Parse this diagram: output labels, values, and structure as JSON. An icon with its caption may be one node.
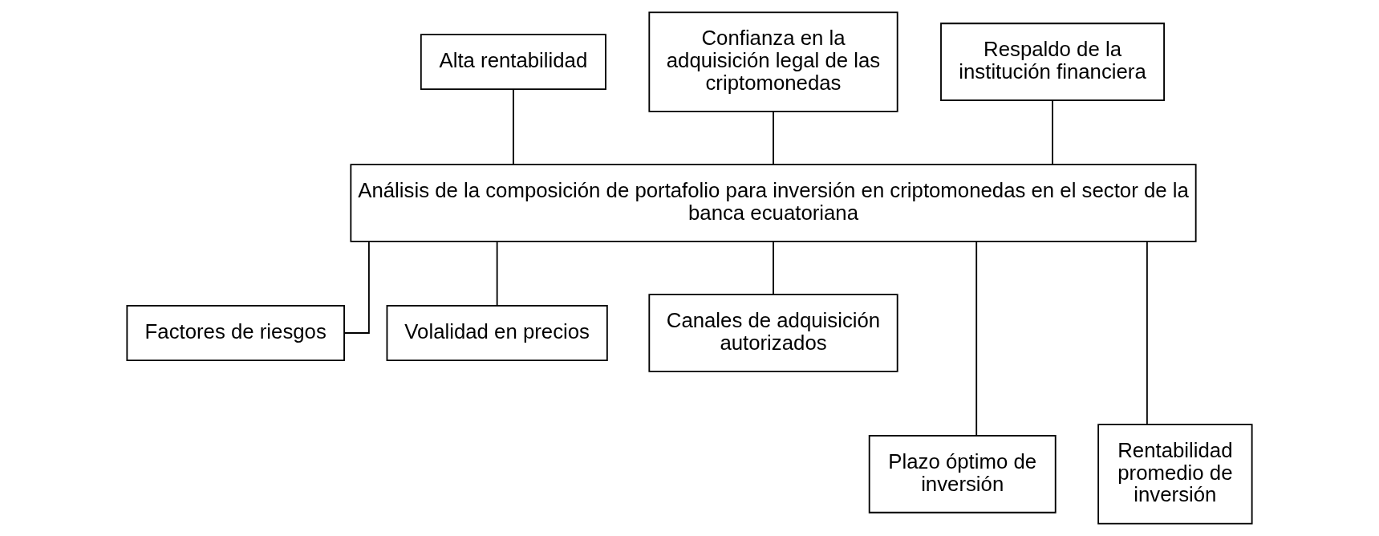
{
  "diagram": {
    "nodes": [
      {
        "text": [
          "Alta rentabilidad"
        ]
      },
      {
        "text": [
          "Confianza en la adquisición legal de las criptomonedas"
        ]
      },
      {
        "text": [
          "Respaldo de la institución financiera"
        ]
      },
      {
        "text": [
          "Análisis de la composición de portafolio para inversión en criptomonedas en el sector de la banca ecuatoriana"
        ]
      },
      {
        "text": [
          "Factores de riesgos"
        ]
      },
      {
        "text": [
          "Volalidad en precios"
        ]
      },
      {
        "text": [
          "Canales de adquisición autorizados"
        ]
      },
      {
        "text": [
          "Plazo óptimo de inversión"
        ]
      },
      {
        "text": [
          "Rentabilidad promedio de inversión"
        ]
      }
    ],
    "edges": [
      {
        "from": 0,
        "to": 3,
        "arrow": "none"
      },
      {
        "from": 1,
        "to": 3,
        "arrow": "none"
      },
      {
        "from": 2,
        "to": 3,
        "arrow": "none"
      },
      {
        "from": 3,
        "to": 4,
        "arrow": "none"
      },
      {
        "from": 3,
        "to": 7,
        "arrow": "none"
      },
      {
        "from": 3,
        "to": 5,
        "arrow": "none"
      },
      {
        "from": 3,
        "to": 8,
        "arrow": "none"
      },
      {
        "from": 3,
        "to": 6,
        "arrow": "none"
      }
    ]
  }
}
